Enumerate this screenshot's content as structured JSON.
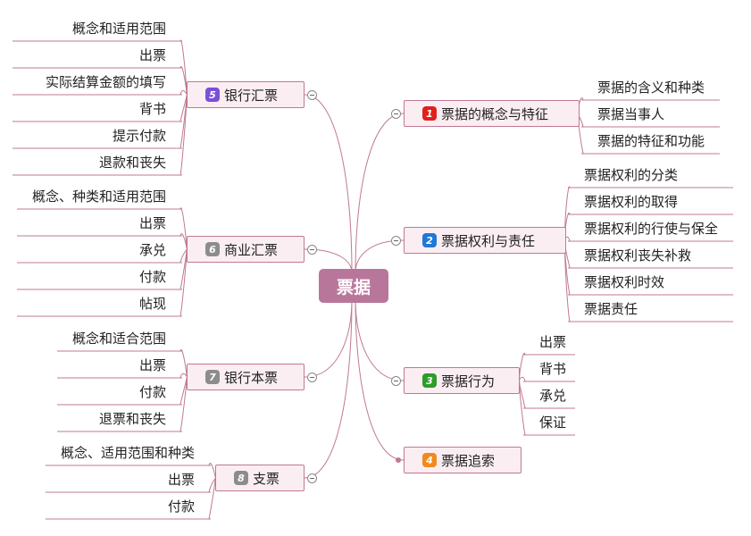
{
  "diagram": {
    "root": {
      "label": "票据"
    },
    "colors": {
      "line": "#c07894",
      "root_fill": "#b8779a",
      "branch_fill": "#fbeef3"
    },
    "branches": [
      {
        "id": "b1",
        "num": "1",
        "label": "票据的概念与特征",
        "badge_color": "#e0201c",
        "children": [
          "票据的含义和种类",
          "票据当事人",
          "票据的特征和功能"
        ]
      },
      {
        "id": "b2",
        "num": "2",
        "label": "票据权利与责任",
        "badge_color": "#1f78d8",
        "children": [
          "票据权利的分类",
          "票据权利的取得",
          "票据权利的行使与保全",
          "票据权利丧失补救",
          "票据权利时效",
          "票据责任"
        ]
      },
      {
        "id": "b3",
        "num": "3",
        "label": "票据行为",
        "badge_color": "#2c9d2a",
        "children": [
          "出票",
          "背书",
          "承兑",
          "保证"
        ]
      },
      {
        "id": "b4",
        "num": "4",
        "label": "票据追索",
        "badge_color": "#f08a1e",
        "children": []
      },
      {
        "id": "b5",
        "num": "5",
        "label": "银行汇票",
        "badge_color": "#7b4fd6",
        "children": [
          "概念和适用范围",
          "出票",
          "实际结算金额的填写",
          "背书",
          "提示付款",
          "退款和丧失"
        ]
      },
      {
        "id": "b6",
        "num": "6",
        "label": "商业汇票",
        "badge_color": "#8c8c8c",
        "children": [
          "概念、种类和适用范围",
          "出票",
          "承兑",
          "付款",
          "帖现"
        ]
      },
      {
        "id": "b7",
        "num": "7",
        "label": "银行本票",
        "badge_color": "#8c8c8c",
        "children": [
          "概念和适合范围",
          "出票",
          "付款",
          "退票和丧失"
        ]
      },
      {
        "id": "b8",
        "num": "8",
        "label": "支票",
        "badge_color": "#8c8c8c",
        "children": [
          "概念、适用范围和种类",
          "出票",
          "付款"
        ]
      }
    ]
  }
}
